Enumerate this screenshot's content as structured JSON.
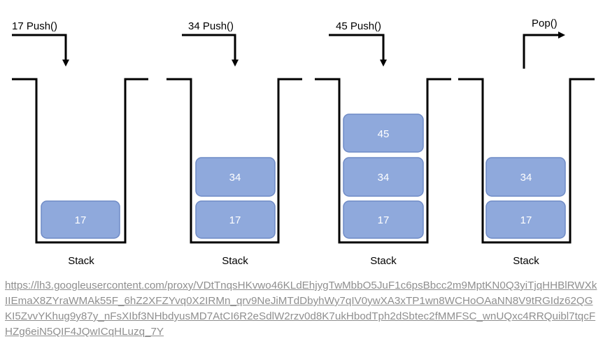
{
  "panels": [
    {
      "operation": "17 Push()",
      "direction": "push",
      "stack_label": "Stack",
      "items": [
        "17"
      ]
    },
    {
      "operation": "34 Push()",
      "direction": "push",
      "stack_label": "Stack",
      "items": [
        "17",
        "34"
      ]
    },
    {
      "operation": "45 Push()",
      "direction": "push",
      "stack_label": "Stack",
      "items": [
        "17",
        "34",
        "45"
      ]
    },
    {
      "operation": "Pop()",
      "direction": "pop",
      "stack_label": "Stack",
      "items": [
        "17",
        "34"
      ]
    }
  ],
  "source_link": "https://lh3.googleusercontent.com/proxy/VDtTnqsHKvwo46KLdEhjygTwMbbO5JuF1c6psBbcc2m9MptKN0Q3yiTjqHHBlRWXkIIEmaX8ZYraWMAk55F_6hZ2XFZYvq0X2IRMn_qrv9NeJiMTdDbyhWy7qIV0ywXA3xTP1wn8WCHoOAaNN8V9tRGIdz62QGKI5ZvvYKhug9y87y_nFsXIbf3NHbdyusMD7AtCI6R2eSdlW2rzv0d8K7ukHbodTph2dSbtec2fMMFSC_wnUQxc4RRQuibl7tqcFHZg6eiN5QIF4JQwICqHLuzq_7Y",
  "colors": {
    "item_fill": "#8fa9dc",
    "item_stroke": "#6f8bc6",
    "item_text": "#ffffff",
    "link": "#8f8f8f"
  }
}
